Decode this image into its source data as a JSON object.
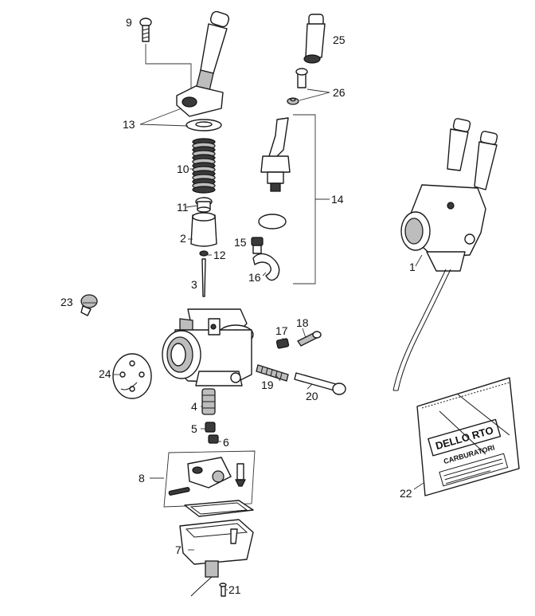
{
  "callouts": {
    "c1": "1",
    "c2": "2",
    "c3": "3",
    "c4": "4",
    "c5": "5",
    "c6": "6",
    "c7": "7",
    "c8": "8",
    "c9": "9",
    "c10": "10",
    "c11": "11",
    "c12": "12",
    "c13": "13",
    "c14": "14",
    "c15": "15",
    "c16": "16",
    "c17": "17",
    "c18": "18",
    "c19": "19",
    "c20": "20",
    "c21": "21",
    "c22": "22",
    "c23": "23",
    "c24": "24",
    "c25": "25",
    "c26": "26"
  },
  "bag": {
    "brand": "DELLO RTO",
    "subtitle": "CARBURATORI"
  }
}
